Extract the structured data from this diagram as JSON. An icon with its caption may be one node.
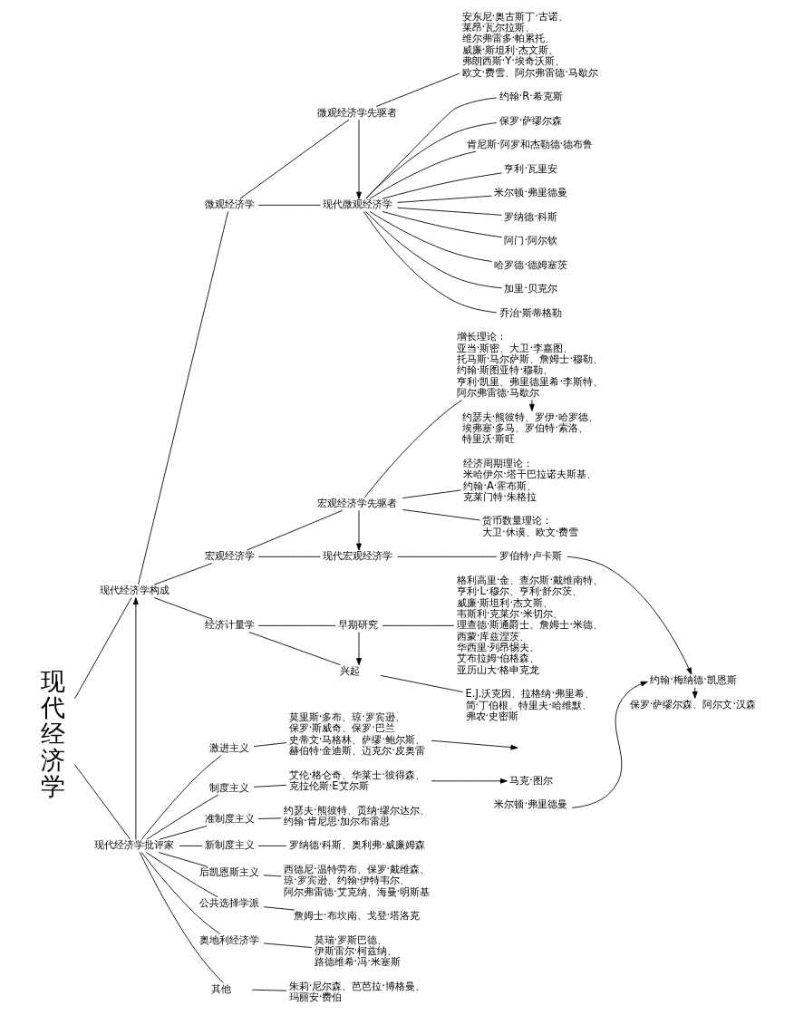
{
  "diagram": {
    "nodes": [
      {
        "text": [
          "现代经济学"
        ]
      },
      {
        "text": [
          "现代经济学构成"
        ]
      },
      {
        "text": [
          "微观经济学"
        ]
      },
      {
        "text": [
          "微观经济学先驱者"
        ]
      },
      {
        "text": [
          "安东尼·奥古斯丁·古诺、莱昂·瓦尔拉斯、维尔弗雷多·帕累托、威廉·斯坦利·杰文斯、弗朗西斯·Y·埃奇沃斯、欧文·费雪、阿尔弗雷德·马歇尔"
        ]
      },
      {
        "text": [
          "现代微观经济学"
        ]
      },
      {
        "text": [
          "约翰·R·希克斯"
        ]
      },
      {
        "text": [
          "保罗·萨缪尔森"
        ]
      },
      {
        "text": [
          "肯尼斯·阿罗和杰勒德·德布鲁"
        ]
      },
      {
        "text": [
          "亨利·瓦里安"
        ]
      },
      {
        "text": [
          "米尔顿·弗里德曼"
        ]
      },
      {
        "text": [
          "罗纳德·科斯"
        ]
      },
      {
        "text": [
          "阿门·阿尔钦"
        ]
      },
      {
        "text": [
          "哈罗德·德姆塞茨"
        ]
      },
      {
        "text": [
          "加里·贝克尔"
        ]
      },
      {
        "text": [
          "乔治·斯蒂格勒"
        ]
      },
      {
        "text": [
          "宏观经济学"
        ]
      },
      {
        "text": [
          "宏观经济学先驱者"
        ]
      },
      {
        "text": [
          "增长理论：",
          "亚当·斯密、大卫·李嘉图、托马斯·马尔萨斯、詹姆士·穆勒、约翰·斯图亚特·穆勒、亨利·凯里、弗里德里希·李斯特、阿尔弗雷德·马歇尔"
        ]
      },
      {
        "text": [
          "约瑟夫·熊彼特、罗伊·哈罗德、埃弗塞·多马、罗伯特·索洛、特里沃·斯旺"
        ]
      },
      {
        "text": [
          "经济周期理论：",
          "米哈伊尔·塔干巴拉诺夫斯基、约翰·A·霍布斯、克莱门特·朱格拉"
        ]
      },
      {
        "text": [
          "货币数量理论：",
          "大卫·休谟、欧文·费雪"
        ]
      },
      {
        "text": [
          "现代宏观经济学"
        ]
      },
      {
        "text": [
          "罗伯特·卢卡斯"
        ]
      },
      {
        "text": [
          "约翰·梅纳德·凯恩斯"
        ]
      },
      {
        "text": [
          "米尔顿·弗里德曼"
        ]
      },
      {
        "text": [
          "保罗·萨缪尔森、阿尔文·汉森"
        ]
      },
      {
        "text": [
          "经济计量学"
        ]
      },
      {
        "text": [
          "早期研究"
        ]
      },
      {
        "text": [
          "格利高里·金、查尔斯·戴维南特、亨利·L·穆尔、亨利·舒尔茨、威廉·斯坦利·杰文斯、韦斯利·克莱尔·米切尔、理查德·斯通爵士、詹姆士·米德、西蒙·库兹涅茨、华西里·列昂惕夫、艾布拉姆·伯格森、亚历山大·格申克龙"
        ]
      },
      {
        "text": [
          "兴起"
        ]
      },
      {
        "text": [
          "E.J.沃克因、拉格纳·弗里希、简·丁伯根、特里夫·哈维默、弗农·史密斯"
        ]
      },
      {
        "text": [
          "现代经济学批评家"
        ]
      },
      {
        "text": [
          "激进主义"
        ]
      },
      {
        "text": [
          "莫里斯·多布、琼·罗宾逊、保罗·斯威奇、保罗·巴兰",
          "史蒂文·马格林、萨缪·鲍尔斯、赫伯特·金迪斯、迈克尔·皮奥雷"
        ]
      },
      {
        "text": [
          "制度主义"
        ]
      },
      {
        "text": [
          "艾伦·格仑奇、华莱士·彼得森、克拉伦斯·E艾尔斯"
        ]
      },
      {
        "text": [
          "马克·图尔"
        ]
      },
      {
        "text": [
          "准制度主义"
        ]
      },
      {
        "text": [
          "约瑟夫·熊彼特、贡纳·缪尔达尔、约翰·肯尼思·加尔布雷思"
        ]
      },
      {
        "text": [
          "新制度主义"
        ]
      },
      {
        "text": [
          "罗纳德·科斯、奥利弗·威廉姆森"
        ]
      },
      {
        "text": [
          "后凯恩斯主义"
        ]
      },
      {
        "text": [
          "西德尼·温特劳布、保罗·戴维森、琼·罗宾逊、约翰·伊特韦尔、阿尔弗雷德·艾克纳、海曼·明斯基"
        ]
      },
      {
        "text": [
          "公共选择学派"
        ]
      },
      {
        "text": [
          "詹姆士·布坎南、戈登·塔洛克"
        ]
      },
      {
        "text": [
          "奥地利经济学"
        ]
      },
      {
        "text": [
          "莫瑞·罗斯巴德、伊斯雷尔·柯兹纳、路德维希·冯·米塞斯"
        ]
      },
      {
        "text": [
          "其他"
        ]
      },
      {
        "text": [
          "朱莉·尼尔森、芭芭拉·博格曼、玛丽安·费伯"
        ]
      }
    ],
    "edges": [
      {
        "from": 0,
        "to": 1,
        "arrow": "none"
      },
      {
        "from": 0,
        "to": 32,
        "arrow": "none"
      },
      {
        "from": 1,
        "to": 2,
        "arrow": "none"
      },
      {
        "from": 1,
        "to": 16,
        "arrow": "none"
      },
      {
        "from": 1,
        "to": 27,
        "arrow": "none"
      },
      {
        "from": 2,
        "to": 3,
        "arrow": "none"
      },
      {
        "from": 2,
        "to": 5,
        "arrow": "none"
      },
      {
        "from": 3,
        "to": 4,
        "arrow": "none"
      },
      {
        "from": 3,
        "to": 5,
        "arrow": "to"
      },
      {
        "from": 5,
        "to": 6,
        "arrow": "none"
      },
      {
        "from": 5,
        "to": 7,
        "arrow": "none"
      },
      {
        "from": 5,
        "to": 8,
        "arrow": "none"
      },
      {
        "from": 5,
        "to": 9,
        "arrow": "none"
      },
      {
        "from": 5,
        "to": 10,
        "arrow": "none"
      },
      {
        "from": 5,
        "to": 11,
        "arrow": "none"
      },
      {
        "from": 5,
        "to": 12,
        "arrow": "none"
      },
      {
        "from": 5,
        "to": 13,
        "arrow": "none"
      },
      {
        "from": 5,
        "to": 14,
        "arrow": "none"
      },
      {
        "from": 5,
        "to": 15,
        "arrow": "none"
      },
      {
        "from": 16,
        "to": 17,
        "arrow": "none"
      },
      {
        "from": 16,
        "to": 22,
        "arrow": "none"
      },
      {
        "from": 17,
        "to": 18,
        "arrow": "none"
      },
      {
        "from": 17,
        "to": 20,
        "arrow": "none"
      },
      {
        "from": 17,
        "to": 21,
        "arrow": "none"
      },
      {
        "from": 18,
        "to": 19,
        "arrow": "to"
      },
      {
        "from": 17,
        "to": 22,
        "arrow": "to"
      },
      {
        "from": 22,
        "to": 23,
        "arrow": "none"
      },
      {
        "from": 23,
        "to": 24,
        "arrow": "to"
      },
      {
        "from": 25,
        "to": 24,
        "arrow": "to"
      },
      {
        "from": 24,
        "to": 26,
        "arrow": "to"
      },
      {
        "from": 27,
        "to": 28,
        "arrow": "none"
      },
      {
        "from": 27,
        "to": 30,
        "arrow": "none"
      },
      {
        "from": 28,
        "to": 29,
        "arrow": "none"
      },
      {
        "from": 28,
        "to": 30,
        "arrow": "to"
      },
      {
        "from": 30,
        "to": 31,
        "arrow": "none"
      },
      {
        "from": 32,
        "to": 1,
        "arrow": "to"
      },
      {
        "from": 32,
        "to": 33,
        "arrow": "none"
      },
      {
        "from": 32,
        "to": 35,
        "arrow": "none"
      },
      {
        "from": 32,
        "to": 38,
        "arrow": "none"
      },
      {
        "from": 32,
        "to": 40,
        "arrow": "none"
      },
      {
        "from": 32,
        "to": 42,
        "arrow": "none"
      },
      {
        "from": 32,
        "to": 44,
        "arrow": "none"
      },
      {
        "from": 32,
        "to": 46,
        "arrow": "none"
      },
      {
        "from": 32,
        "to": 48,
        "arrow": "none"
      },
      {
        "from": 33,
        "to": 34,
        "arrow": "none"
      },
      {
        "from": 34,
        "to": null,
        "arrow": "to"
      },
      {
        "from": 35,
        "to": 36,
        "arrow": "none"
      },
      {
        "from": 36,
        "to": 37,
        "arrow": "to"
      },
      {
        "from": 38,
        "to": 39,
        "arrow": "none"
      },
      {
        "from": 40,
        "to": 41,
        "arrow": "none"
      },
      {
        "from": 42,
        "to": 43,
        "arrow": "none"
      },
      {
        "from": 44,
        "to": 45,
        "arrow": "none"
      },
      {
        "from": 46,
        "to": 47,
        "arrow": "none"
      },
      {
        "from": 48,
        "to": 49,
        "arrow": "none"
      }
    ]
  }
}
